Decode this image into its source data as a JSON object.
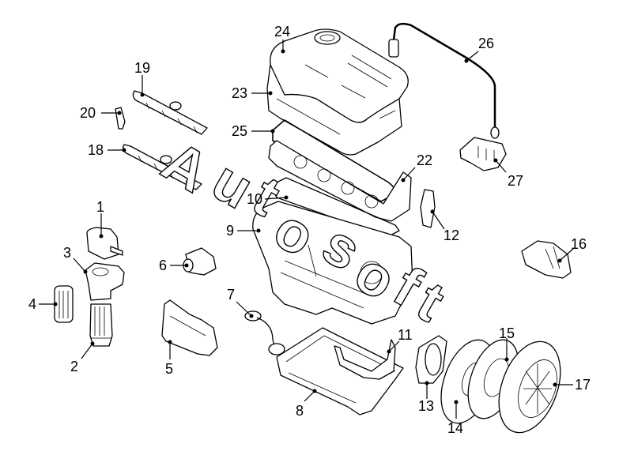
{
  "diagram": {
    "title": "Engine exploded parts diagram",
    "watermark": "Autosoft",
    "watermark_letters": [
      "A",
      "u",
      "t",
      "o",
      "s",
      "o",
      "f",
      "t"
    ],
    "callouts": [
      {
        "id": "1",
        "label": "1",
        "part": "oil-filter-housing-cap"
      },
      {
        "id": "2",
        "label": "2",
        "part": "oil-filter-element-housing"
      },
      {
        "id": "3",
        "label": "3",
        "part": "oil-filter-housing"
      },
      {
        "id": "4",
        "label": "4",
        "part": "oil-filter-cartridge"
      },
      {
        "id": "5",
        "label": "5",
        "part": "timing-cover"
      },
      {
        "id": "6",
        "label": "6",
        "part": "thermostat-housing"
      },
      {
        "id": "7",
        "label": "7",
        "part": "oil-pickup-tube"
      },
      {
        "id": "8",
        "label": "8",
        "part": "oil-pan"
      },
      {
        "id": "9",
        "label": "9",
        "part": "engine-block"
      },
      {
        "id": "10",
        "label": "10",
        "part": "head-gasket"
      },
      {
        "id": "11",
        "label": "11",
        "part": "oil-pump"
      },
      {
        "id": "12",
        "label": "12",
        "part": "sensor"
      },
      {
        "id": "13",
        "label": "13",
        "part": "rear-seal-carrier"
      },
      {
        "id": "14",
        "label": "14",
        "part": "flywheel"
      },
      {
        "id": "15",
        "label": "15",
        "part": "clutch-disc"
      },
      {
        "id": "16",
        "label": "16",
        "part": "starter-motor"
      },
      {
        "id": "17",
        "label": "17",
        "part": "clutch-pressure-plate"
      },
      {
        "id": "18",
        "label": "18",
        "part": "fuel-rail-lower"
      },
      {
        "id": "19",
        "label": "19",
        "part": "fuel-rail-upper"
      },
      {
        "id": "20",
        "label": "20",
        "part": "fuel-injector"
      },
      {
        "id": "22",
        "label": "22",
        "part": "cylinder-head"
      },
      {
        "id": "23",
        "label": "23",
        "part": "valve-cover"
      },
      {
        "id": "24",
        "label": "24",
        "part": "engine-cover"
      },
      {
        "id": "25",
        "label": "25",
        "part": "valve-cover-gasket"
      },
      {
        "id": "26",
        "label": "26",
        "part": "ignition-lead"
      },
      {
        "id": "27",
        "label": "27",
        "part": "ignition-coil-pack"
      }
    ]
  }
}
